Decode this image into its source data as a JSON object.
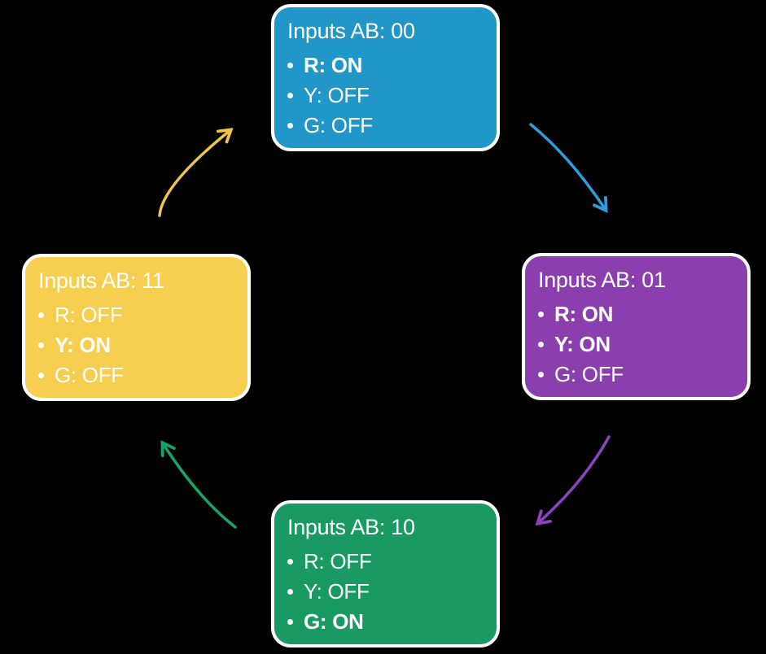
{
  "canvas": {
    "background": "#000000",
    "border_color": "#FFFFFF",
    "text_color": "#FFFFFF"
  },
  "states": [
    {
      "id": "00",
      "title": "Inputs AB: 00",
      "color": "#2196C8",
      "items": [
        {
          "text": "R: ON",
          "bold": true
        },
        {
          "text": "Y: OFF",
          "bold": false
        },
        {
          "text": "G: OFF",
          "bold": false
        }
      ]
    },
    {
      "id": "01",
      "title": "Inputs AB: 01",
      "color": "#8B3FAE",
      "items": [
        {
          "text": "R: ON",
          "bold": true
        },
        {
          "text": "Y: ON",
          "bold": true
        },
        {
          "text": "G: OFF",
          "bold": false
        }
      ]
    },
    {
      "id": "10",
      "title": "Inputs AB: 10",
      "color": "#189A62",
      "items": [
        {
          "text": "R: OFF",
          "bold": false
        },
        {
          "text": "Y: OFF",
          "bold": false
        },
        {
          "text": "G: ON",
          "bold": true
        }
      ]
    },
    {
      "id": "11",
      "title": "Inputs AB: 11",
      "color": "#F6CE50",
      "items": [
        {
          "text": "R: OFF",
          "bold": false
        },
        {
          "text": "Y: ON",
          "bold": true
        },
        {
          "text": "G: OFF",
          "bold": false
        }
      ]
    }
  ],
  "transitions": [
    {
      "from": "00",
      "to": "01",
      "color": "#2D9EDB"
    },
    {
      "from": "01",
      "to": "10",
      "color": "#8C43BE"
    },
    {
      "from": "10",
      "to": "11",
      "color": "#17A469"
    },
    {
      "from": "11",
      "to": "00",
      "color": "#F0C446"
    }
  ]
}
